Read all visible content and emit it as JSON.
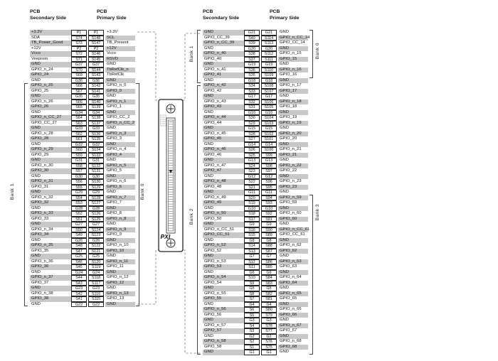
{
  "left_table": {
    "secondary_header": [
      "PCB",
      "Secondary Side"
    ],
    "primary_header": [
      "PCB",
      "Primary Side"
    ],
    "bank_left": "Bank 1",
    "bank_right": "Bank 0",
    "rows": [
      [
        "+3.3V",
        "P1",
        "P1",
        "+3.3V"
      ],
      [
        "SDA",
        "S74",
        "S148",
        "SCL"
      ],
      [
        "TB_Power_Good",
        "S73",
        "S147",
        "TB_Present"
      ],
      [
        "+12V",
        "P2",
        "P2",
        "+12V"
      ],
      [
        "Vcco",
        "S72",
        "S146",
        "Vcco"
      ],
      [
        "Veeprom",
        "S71",
        "S145",
        "RSVD"
      ],
      [
        "GND",
        "G37",
        "G37",
        "GND"
      ],
      [
        "GPIO_n_24",
        "S70",
        "S144",
        "TbRefClk_n"
      ],
      [
        "GPIO_24",
        "S69",
        "S143",
        "TbRefClk"
      ],
      [
        "GND",
        "G36",
        "G36",
        "GND"
      ],
      [
        "GPIO_n_25",
        "S68",
        "S142",
        "GPIO_n_0"
      ],
      [
        "GPIO_25",
        "S67",
        "S141",
        "GPIO_0"
      ],
      [
        "GND",
        "G35",
        "G35",
        "GND"
      ],
      [
        "GPIO_n_26",
        "S66",
        "S140",
        "GPIO_n_1"
      ],
      [
        "GPIO_26",
        "S65",
        "S139",
        "GPIO_1"
      ],
      [
        "GND",
        "G34",
        "G34",
        "GND"
      ],
      [
        "GPIO_n_CC_27",
        "S64",
        "S138",
        "GPIO_CC_2"
      ],
      [
        "GPIO_CC_27",
        "S63",
        "S137",
        "GPIO_n_CC_2"
      ],
      [
        "GND",
        "G33",
        "G33",
        "GND"
      ],
      [
        "GPIO_n_28",
        "S62",
        "S136",
        "GPIO_n_3"
      ],
      [
        "GPIO_28",
        "S61",
        "S135",
        "GPIO_3"
      ],
      [
        "GND",
        "G32",
        "G32",
        "GND"
      ],
      [
        "GPIO_n_29",
        "S60",
        "S134",
        "GPIO_n_4"
      ],
      [
        "GPIO_29",
        "S59",
        "S133",
        "GPIO_4"
      ],
      [
        "GND",
        "G31",
        "G31",
        "GND"
      ],
      [
        "GPIO_n_30",
        "S58",
        "S132",
        "GPIO_n_5"
      ],
      [
        "GPIO_30",
        "S57",
        "S131",
        "GPIO_5"
      ],
      [
        "GND",
        "G30",
        "G30",
        "GND"
      ],
      [
        "GPIO_n_31",
        "S56",
        "S130",
        "GPIO_n_6"
      ],
      [
        "GPIO_31",
        "S55",
        "S129",
        "GPIO_6"
      ],
      [
        "GND",
        "G29",
        "G29",
        "GND"
      ],
      [
        "GPIO_n_32",
        "S54",
        "S128",
        "GPIO_n_7"
      ],
      [
        "GPIO_32",
        "S53",
        "S127",
        "GPIO_7"
      ],
      [
        "GND",
        "G28",
        "G28",
        "GND"
      ],
      [
        "GPIO_n_33",
        "S52",
        "S126",
        "GPIO_8"
      ],
      [
        "GPIO_33",
        "S51",
        "S125",
        "GPIO_n_8"
      ],
      [
        "GND",
        "G27",
        "G27",
        "GND"
      ],
      [
        "GPIO_n_34",
        "S50",
        "S124",
        "GPIO_n_9"
      ],
      [
        "GPIO_34",
        "S49",
        "S123",
        "GPIO_9"
      ],
      [
        "GND",
        "G26",
        "G26",
        "GND"
      ],
      [
        "GPIO_n_35",
        "S48",
        "S122",
        "GPIO_n_10"
      ],
      [
        "GPIO_35",
        "S47",
        "S121",
        "GPIO_10"
      ],
      [
        "GND",
        "G25",
        "G25",
        "GND"
      ],
      [
        "GPIO_n_36",
        "S46",
        "S120",
        "GPIO_n_11"
      ],
      [
        "GPIO_36",
        "S45",
        "S119",
        "GPIO_11"
      ],
      [
        "GND",
        "G24",
        "G24",
        "GND"
      ],
      [
        "GPIO_n_37",
        "S44",
        "S118",
        "GPIO_n_12"
      ],
      [
        "GPIO_37",
        "S43",
        "S117",
        "GPIO_12"
      ],
      [
        "GND",
        "G23",
        "G23",
        "GND"
      ],
      [
        "GPIO_n_38",
        "S42",
        "S116",
        "GPIO_n_13"
      ],
      [
        "GPIO_38",
        "S41",
        "S115",
        "GPIO_13"
      ],
      [
        "GND",
        "G22",
        "G22",
        "GND"
      ]
    ]
  },
  "right_table": {
    "secondary_header": [
      "PCB",
      "Secondary Side"
    ],
    "primary_header": [
      "PCB",
      "Primary Side"
    ],
    "bank_left_top": "Bank 1",
    "bank_left_bottom": "Bank 2",
    "bank_right_top": "Bank 0",
    "bank_right_bottom": "Bank 3",
    "rows": [
      [
        "GND",
        "G21",
        "G21",
        "GND"
      ],
      [
        "GPIO_CC_39",
        "S40",
        "S114",
        "GPIO_n_CC_14"
      ],
      [
        "GPIO_n_CC_39",
        "S39",
        "S113",
        "GPIO_CC_14"
      ],
      [
        "GND",
        "G20",
        "G20",
        "GND"
      ],
      [
        "GPIO_n_40",
        "S38",
        "S112",
        "GPIO_n_15"
      ],
      [
        "GPIO_40",
        "S37",
        "S111",
        "GPIO_15"
      ],
      [
        "GND",
        "G19",
        "G19",
        "GND"
      ],
      [
        "GPIO_n_41",
        "S36",
        "S110",
        "GPIO_n_16"
      ],
      [
        "GPIO_41",
        "S35",
        "S109",
        "GPIO_16"
      ],
      [
        "GND",
        "G18",
        "G18",
        "GND"
      ],
      [
        "GPIO_n_42",
        "S34",
        "S108",
        "GPIO_n_17"
      ],
      [
        "GPIO_42",
        "S33",
        "S107",
        "GPIO_17"
      ],
      [
        "GND",
        "G17",
        "G17",
        "GND"
      ],
      [
        "GPIO_n_43",
        "S32",
        "S106",
        "GPIO_n_18"
      ],
      [
        "GPIO_43",
        "S31",
        "S105",
        "GPIO_18"
      ],
      [
        "GND",
        "G16",
        "G16",
        "GND"
      ],
      [
        "GPIO_n_44",
        "S30",
        "S104",
        "GPIO_19"
      ],
      [
        "GPIO_44",
        "S29",
        "S103",
        "GPIO_n_19"
      ],
      [
        "GND",
        "G15",
        "G15",
        "GND"
      ],
      [
        "GPIO_n_45",
        "S28",
        "S102",
        "GPIO_n_20"
      ],
      [
        "GPIO_45",
        "S27",
        "S101",
        "GPIO_20"
      ],
      [
        "GND",
        "G14",
        "G14",
        "GND"
      ],
      [
        "GPIO_n_46",
        "S26",
        "S100",
        "GPIO_n_21"
      ],
      [
        "GPIO_46",
        "S25",
        "S99",
        "GPIO_21"
      ],
      [
        "GND",
        "G13",
        "G13",
        "GND"
      ],
      [
        "GPIO_n_47",
        "S24",
        "S98",
        "GPIO_n_22"
      ],
      [
        "GPIO_47",
        "S23",
        "S97",
        "GPIO_22"
      ],
      [
        "GND",
        "G12",
        "G12",
        "GND"
      ],
      [
        "GPIO_n_48",
        "S22",
        "S96",
        "GPIO_n_23"
      ],
      [
        "GPIO_48",
        "S21",
        "S95",
        "GPIO_23"
      ],
      [
        "GND",
        "G11",
        "G11",
        "GND"
      ],
      [
        "GPIO_n_49",
        "S20",
        "S94",
        "GPIO_n_59"
      ],
      [
        "GPIO_49",
        "S19",
        "S93",
        "GPIO_59"
      ],
      [
        "GND",
        "G10",
        "G10",
        "GND"
      ],
      [
        "GPIO_n_50",
        "S18",
        "S92",
        "GPIO_n_60"
      ],
      [
        "GPIO_50",
        "S17",
        "S91",
        "GPIO_60"
      ],
      [
        "GND",
        "G9",
        "G9",
        "GND"
      ],
      [
        "GPIO_n_CC_51",
        "S16",
        "S90",
        "GPIO_n_CC_61"
      ],
      [
        "GPIO_CC_51",
        "S15",
        "S89",
        "GPIO_CC_61"
      ],
      [
        "GND",
        "G8",
        "G8",
        "GND"
      ],
      [
        "GPIO_n_52",
        "S14",
        "S88",
        "GPIO_n_62"
      ],
      [
        "GPIO_52",
        "S13",
        "S87",
        "GPIO_62"
      ],
      [
        "GND",
        "G7",
        "G7",
        "GND"
      ],
      [
        "GPIO_n_53",
        "S12",
        "S86",
        "GPIO_n_63"
      ],
      [
        "GPIO_53",
        "S11",
        "S85",
        "GPIO_63"
      ],
      [
        "GND",
        "G6",
        "G6",
        "GND"
      ],
      [
        "GPIO_n_54",
        "S10",
        "S84",
        "GPIO_n_64"
      ],
      [
        "GPIO_54",
        "S9",
        "S83",
        "GPIO_64"
      ],
      [
        "GND",
        "G5",
        "G5",
        "GND"
      ],
      [
        "GPIO_n_55",
        "S8",
        "S82",
        "GPIO_n_65"
      ],
      [
        "GPIO_55",
        "S7",
        "S81",
        "GPIO_65"
      ],
      [
        "GND",
        "G4",
        "G4",
        "GND"
      ],
      [
        "GPIO_n_56",
        "S6",
        "S80",
        "GPIO_n_66"
      ],
      [
        "GPIO_56",
        "S5",
        "S79",
        "GPIO_66"
      ],
      [
        "GND",
        "G3",
        "G3",
        "GND"
      ],
      [
        "GPIO_n_57",
        "S4",
        "S78",
        "GPIO_n_67"
      ],
      [
        "GPIO_57",
        "S3",
        "S77",
        "GPIO_67"
      ],
      [
        "GND",
        "G2",
        "G2",
        "GND"
      ],
      [
        "GPIO_n_58",
        "S2",
        "S76",
        "GPIO_n_68"
      ],
      [
        "GPIO_58",
        "S1",
        "S75",
        "GPIO_68"
      ],
      [
        "GND",
        "G1",
        "G1",
        "GND"
      ]
    ]
  },
  "module": {
    "logo": "PXI"
  },
  "colors": {
    "shade": "#c8c8c8",
    "line": "#444444",
    "background": "#ffffff"
  }
}
